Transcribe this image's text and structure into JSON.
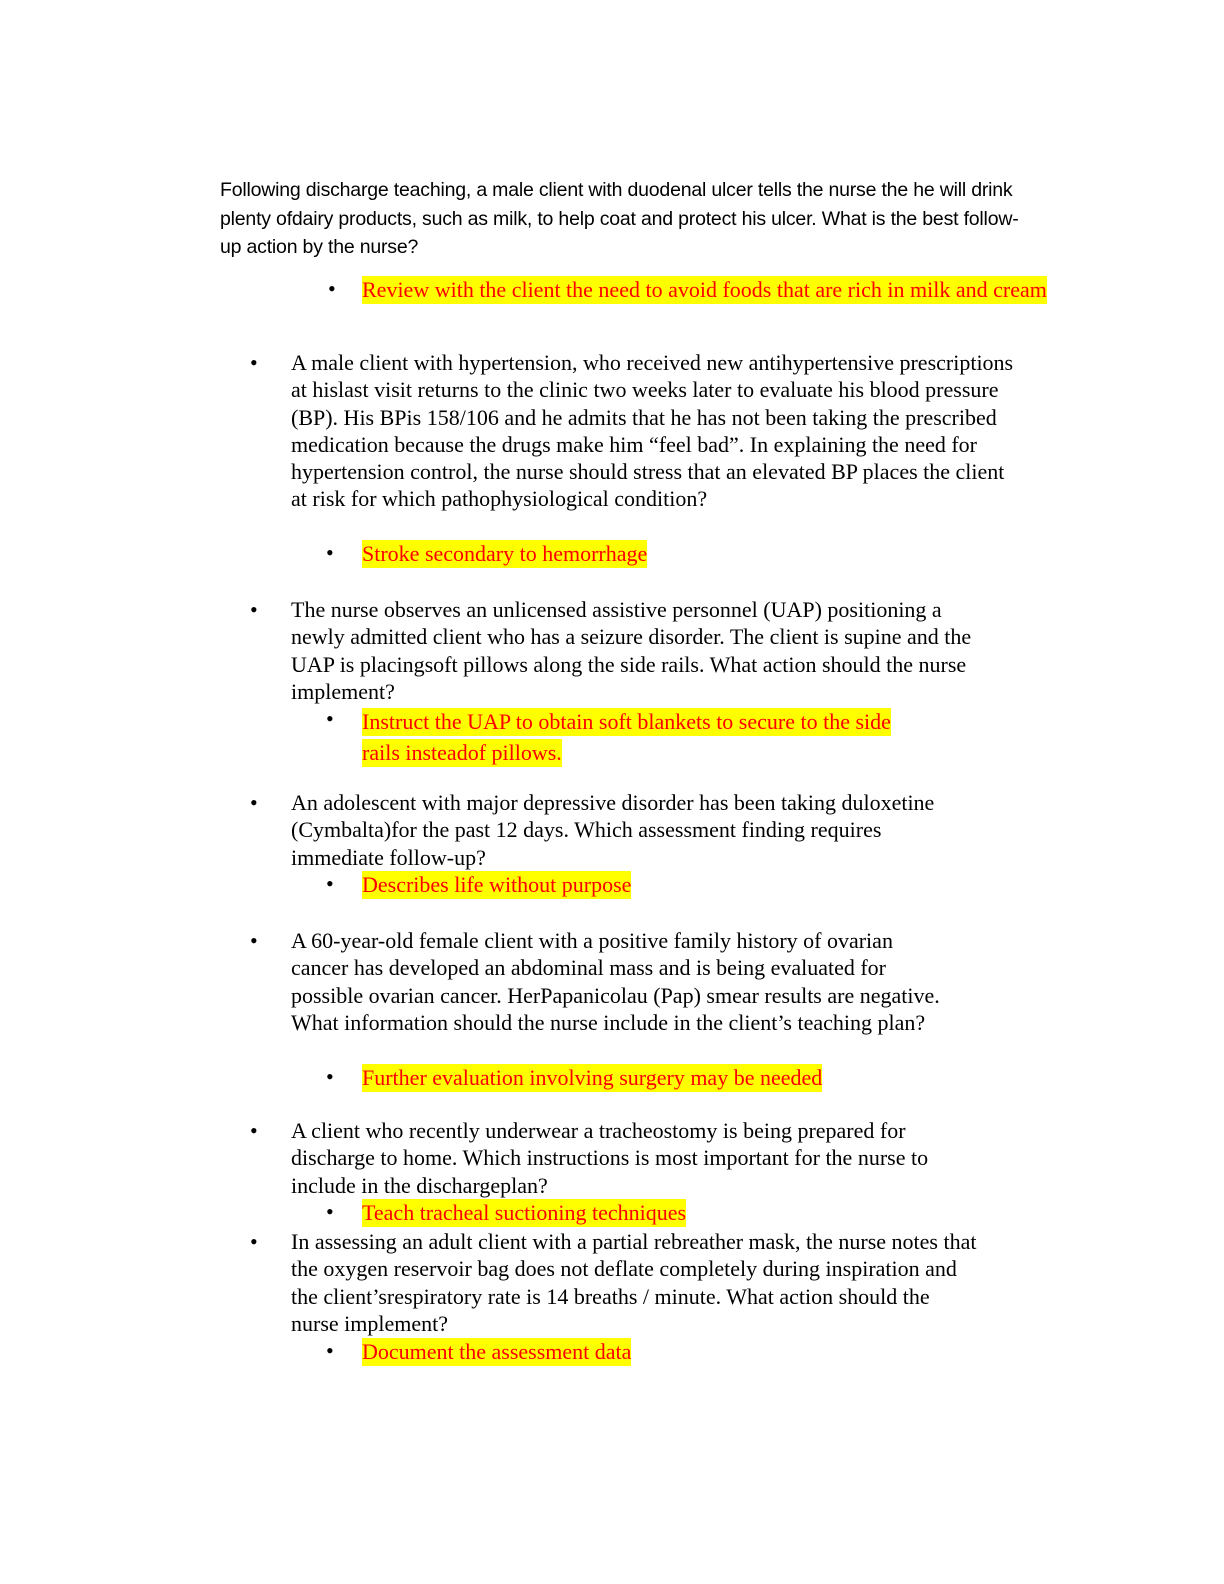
{
  "intro": "Following discharge teaching, a male client with duodenal ulcer tells the nurse the he will drink plenty ofdairy products, such as milk, to help coat and protect his ulcer. What is the best follow-up action by the nurse?",
  "answer0": "Review with the client the need to avoid foods that are rich in milk and cream",
  "bullet_glyph": "•",
  "questions": [
    {
      "text": "A male client with hypertension, who received new antihypertensive prescriptions at hislast visit returns to the clinic two weeks later to evaluate his blood pressure (BP). His BPis 158/106 and he admits that he has not been taking the prescribed medication because the drugs make him “feel bad”. In explaining the need for hypertension control, the nurse should stress that an elevated BP places the client at risk for which pathophysiological condition?",
      "answer": "Stroke secondary to hemorrhage"
    },
    {
      "text": "The nurse observes an unlicensed assistive personnel (UAP) positioning a newly admitted client who has a seizure disorder. The client is supine and the UAP is placingsoft pillows along the side rails. What action should the nurse implement?",
      "answer": "Instruct the UAP to obtain soft blankets to secure to the side rails insteadof pillows."
    },
    {
      "text": "An adolescent with major depressive disorder has been taking duloxetine (Cymbalta)for the past 12 days. Which assessment finding requires immediate follow-up?",
      "answer": "Describes life without purpose"
    },
    {
      "text": "A 60-year-old female client with a positive family history of ovarian cancer has developed an abdominal mass and is being evaluated for possible ovarian cancer. HerPapanicolau (Pap) smear results are negative. What information should the nurse include in the client’s teaching plan?",
      "answer": "Further evaluation involving surgery may be needed"
    },
    {
      "text": "A client who recently underwear a tracheostomy is being prepared for discharge to home. Which instructions is most important for the nurse to include in the dischargeplan?",
      "answer": "Teach tracheal suctioning techniques"
    },
    {
      "text": "In assessing an adult client with a partial rebreather mask, the nurse notes that the oxygen reservoir bag does not deflate completely during inspiration and the client’srespiratory rate is 14 breaths / minute. What action should the nurse implement?",
      "answer": "Document the assessment data"
    }
  ]
}
